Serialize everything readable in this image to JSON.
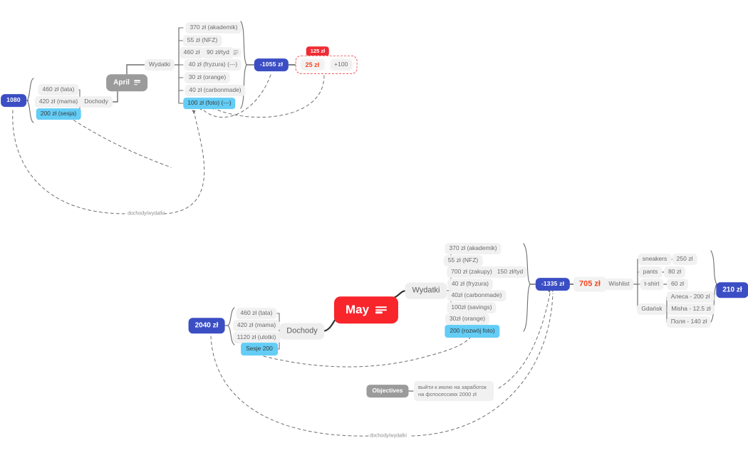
{
  "document": {
    "title": "Budget mind map — April / May",
    "currency": "zł"
  },
  "colors": {
    "blue_node": "#3b4ec4",
    "red_month": "#f8252b",
    "gray_month": "#9b9b9b",
    "cyan_highlight": "#63cdf6",
    "orange_text": "#f5451d",
    "red_badge": "#ef2b34",
    "leaf_bg": "#f1f1f1",
    "connector": "#6e6e6e",
    "relation_dashed": "#6e6e6e"
  },
  "april_map": {
    "total_income_node": "1080",
    "dochody": {
      "label": "Dochody",
      "items": [
        {
          "label": "460 zł (tata)",
          "highlight": false
        },
        {
          "label": "420 zł (mama)",
          "highlight": false
        },
        {
          "label": "200 zł (sesja)",
          "highlight": true
        }
      ]
    },
    "month": {
      "label": "April",
      "icon": "note-lines-icon"
    },
    "wydatki": {
      "label": "Wydatki",
      "items": [
        {
          "label": "370 zł (akademik)",
          "highlight": false,
          "sub": null,
          "note": false
        },
        {
          "label": "55 zł (NFZ)",
          "highlight": false,
          "sub": null,
          "note": false
        },
        {
          "label": "460 zł",
          "highlight": false,
          "sub": "90 zł/tyd",
          "note": true
        },
        {
          "label": "40 zł (fryzura) (---)",
          "highlight": false,
          "sub": null,
          "note": false
        },
        {
          "label": "30 zł (orange)",
          "highlight": false,
          "sub": null,
          "note": false
        },
        {
          "label": "40 zł (carbonmade)",
          "highlight": false,
          "sub": null,
          "note": false
        },
        {
          "label": "100 zł (foto) (---)",
          "highlight": true,
          "sub": null,
          "note": false
        }
      ]
    },
    "balance_node": "-1055 zł",
    "result": {
      "badge": "125 zł",
      "amount": "25 zł",
      "delta": "+100"
    },
    "relation_label": "dochody/wydatki"
  },
  "may_map": {
    "total_income_node": "2040 zł",
    "dochody": {
      "label": "Dochody",
      "items": [
        {
          "label": "460 zł (tata)",
          "highlight": false
        },
        {
          "label": "420 zł (mama)",
          "highlight": false
        },
        {
          "label": "1120 zł (ulotki)",
          "highlight": false
        },
        {
          "label": "Sesje 200",
          "highlight": true
        }
      ]
    },
    "month": {
      "label": "May",
      "icon": "note-lines-icon"
    },
    "wydatki": {
      "label": "Wydatki",
      "items": [
        {
          "label": "370 zł (akademik)",
          "highlight": false,
          "sub": null
        },
        {
          "label": "55 zł (NFZ)",
          "highlight": false,
          "sub": null
        },
        {
          "label": "700 zł (zakupy)",
          "highlight": false,
          "sub": "150 zł/tyd"
        },
        {
          "label": "40 zł (fryzura)",
          "highlight": false,
          "sub": null
        },
        {
          "label": "40zł (carbonmade)",
          "highlight": false,
          "sub": null
        },
        {
          "label": "100zł (savings)",
          "highlight": false,
          "sub": null
        },
        {
          "label": "30zł (orange)",
          "highlight": false,
          "sub": null
        },
        {
          "label": "200 (rozwój foto)",
          "highlight": true,
          "sub": null
        }
      ]
    },
    "balance_node": "-1335 zł",
    "surplus": "705 zł",
    "wishlist": {
      "label": "Wishlist",
      "items": [
        {
          "label": "sneakers",
          "value": "250 zł"
        },
        {
          "label": "pants",
          "value": "80 zł"
        },
        {
          "label": "t-shirt",
          "value": "60 zł"
        }
      ],
      "trip": {
        "label": "Gdańsk",
        "items": [
          "Алеса - 200 zł",
          "Misha - 12.5 zł",
          "Поля - 140 zł"
        ]
      }
    },
    "remainder_node": "210 zł",
    "objectives": {
      "label": "Objectives",
      "text": "выйти к июлю на заработок на фотосессиях 2000 zł"
    },
    "relation_label": "dochody/wydatki"
  }
}
